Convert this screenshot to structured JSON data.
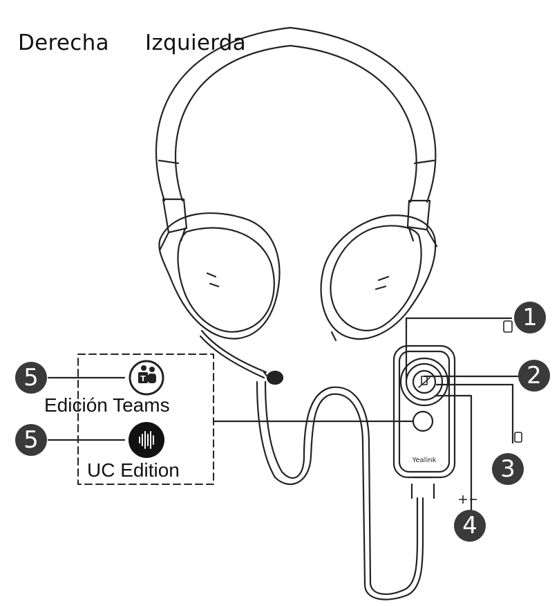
{
  "labels": {
    "right": "Derecha",
    "left": "Izquierda",
    "teams_edition": "Edición Teams",
    "uc_edition": "UC Edition",
    "brand": "Yealink"
  },
  "callouts": {
    "c1": "1",
    "c2": "2",
    "c3": "3",
    "c4": "4",
    "c5a": "5",
    "c5b": "5"
  },
  "colors": {
    "line": "#222222",
    "callout": "#3a3a3a",
    "background": "#ffffff"
  },
  "icons": {
    "teams": "teams-logo-icon",
    "uc": "voice-wave-icon",
    "call": "phone-icon",
    "mute": "mic-mute-icon",
    "hangup": "phone-hangup-icon",
    "volume": "volume-plus-minus-icon"
  }
}
